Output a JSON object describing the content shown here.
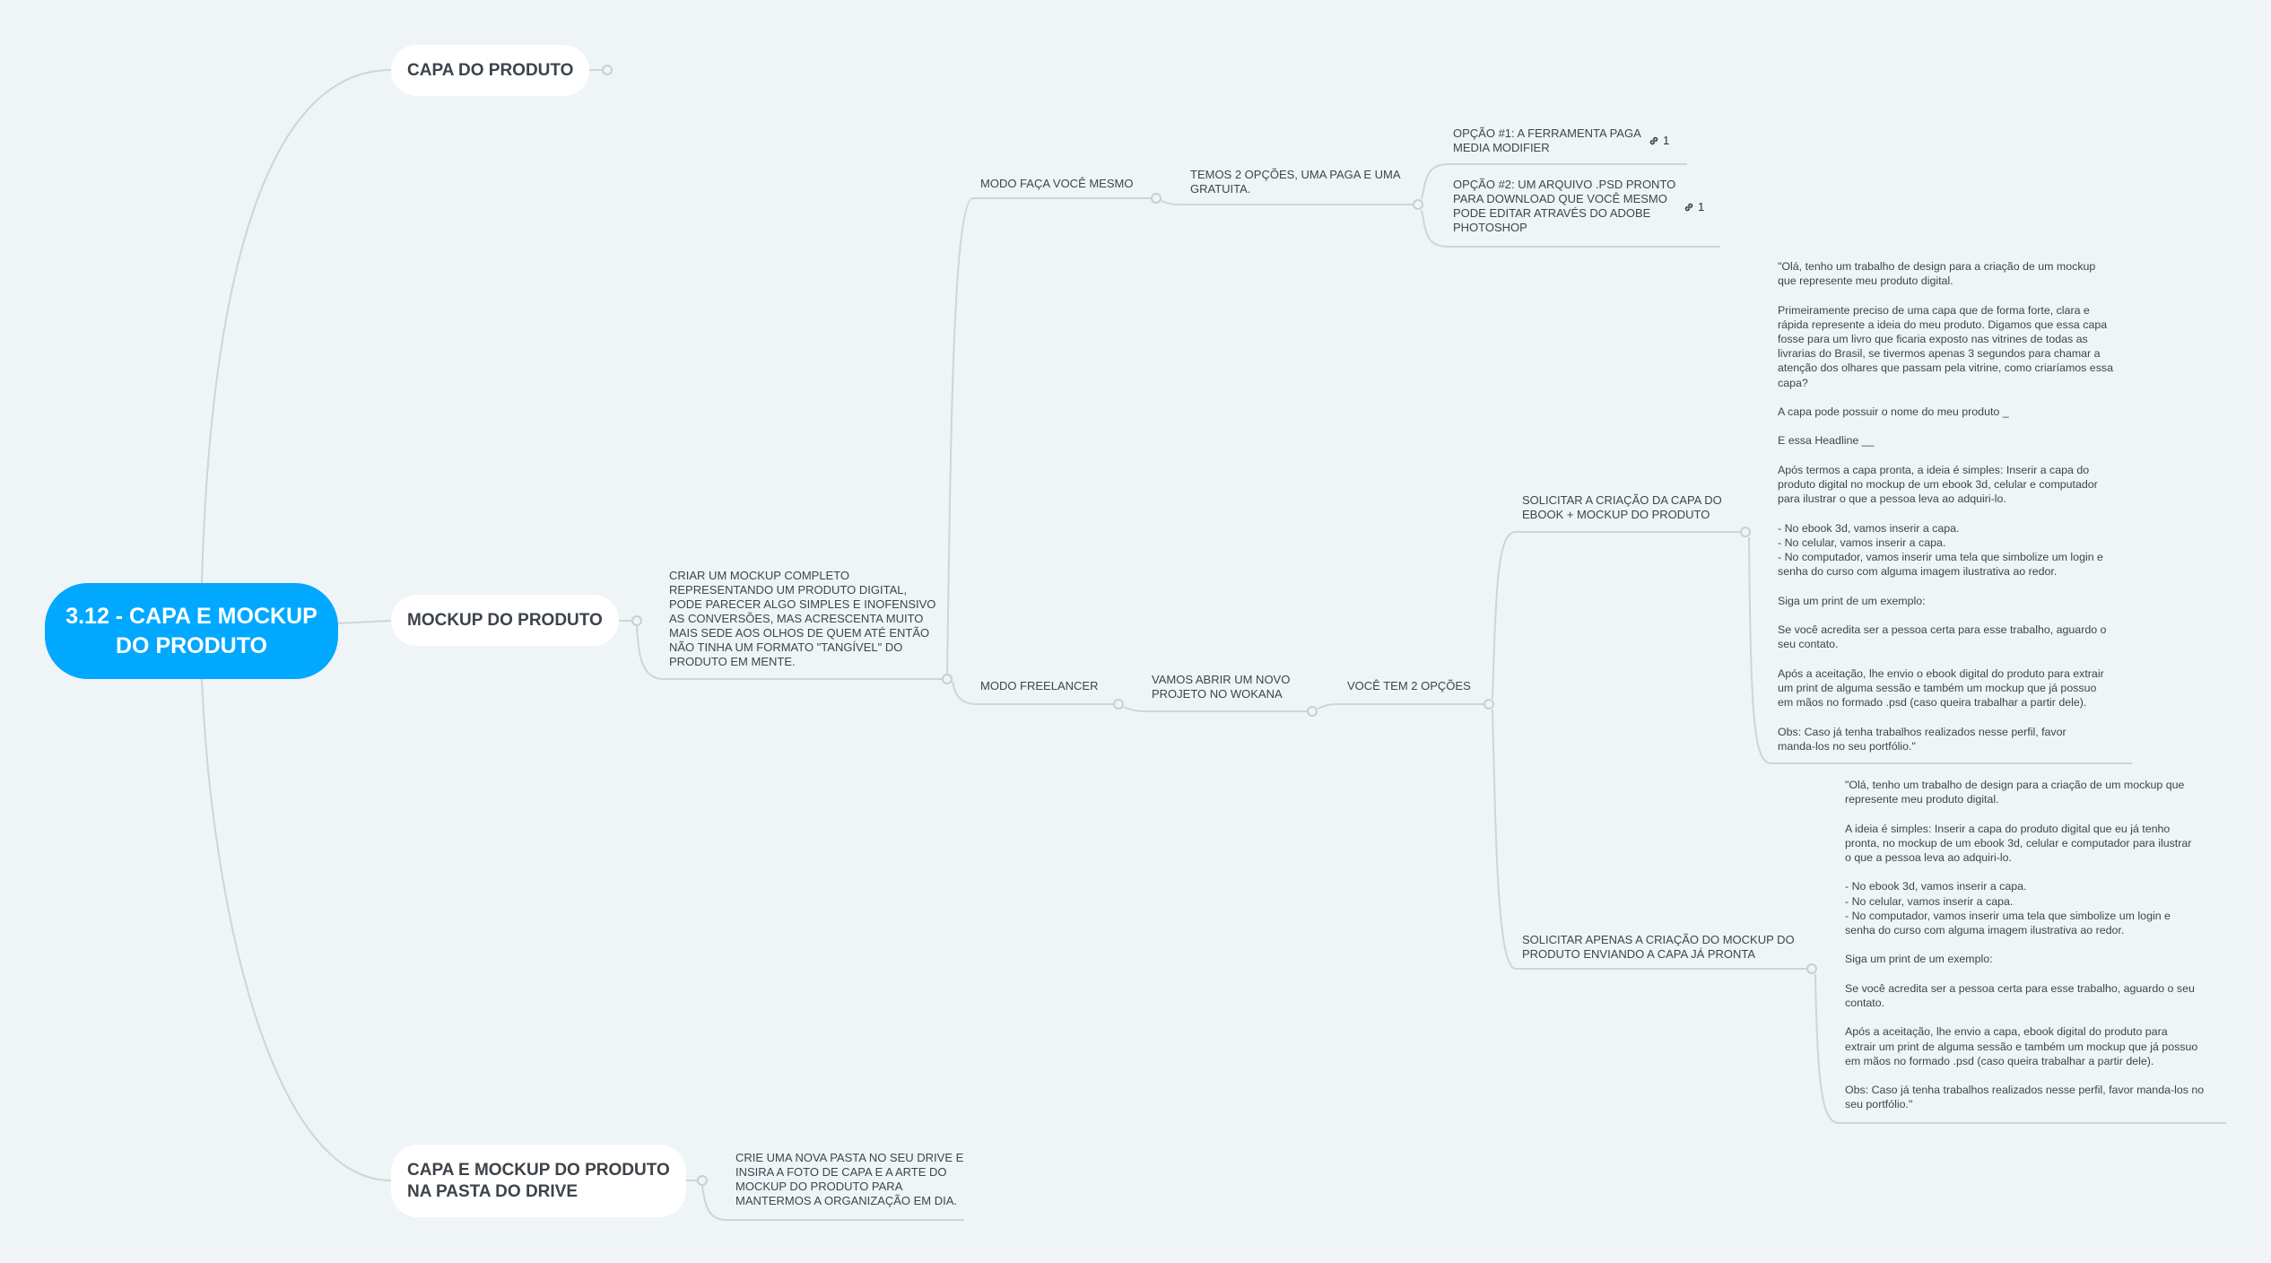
{
  "root": {
    "label": "3.12 - CAPA E MOCKUP DO PRODUTO",
    "color": "#00a8ff"
  },
  "branches": [
    {
      "label": "CAPA DO PRODUTO",
      "collapsed": true
    },
    {
      "label": "MOCKUP DO PRODUTO",
      "description": "CRIAR UM MOCKUP COMPLETO\nREPRESENTANDO UM PRODUTO DIGITAL,\nPODE PARECER ALGO SIMPLES E INOFENSIVO\nAS CONVERSÕES, MAS ACRESCENTA MUITO\nMAIS SEDE AOS OLHOS DE QUEM ATÉ ENTÃO\nNÃO TINHA UM FORMATO \"TANGÍVEL\" DO\nPRODUTO EM MENTE.",
      "modes": [
        {
          "label": "MODO FAÇA VOCÊ MESMO",
          "child": "TEMOS 2 OPÇÕES, UMA PAGA E UMA\nGRATUITA.",
          "options": [
            {
              "label": "OPÇÃO #1: A FERRAMENTA PAGA\nMEDIA MODIFIER",
              "links": "1"
            },
            {
              "label": "OPÇÃO #2: UM ARQUIVO .PSD PRONTO\nPARA DOWNLOAD QUE VOCÊ MESMO\nPODE EDITAR ATRAVÉS DO ADOBE\nPHOTOSHOP",
              "links": "1"
            }
          ]
        },
        {
          "label": "MODO FREELANCER",
          "child": "VAMOS ABRIR UM NOVO\nPROJETO NO WOKANA",
          "grandchild": "VOCÊ TEM 2 OPÇÕES",
          "options": [
            {
              "label": "SOLICITAR A CRIAÇÃO DA CAPA DO\nEBOOK + MOCKUP DO PRODUTO",
              "message": "\"Olá, tenho um trabalho de design para a criação de um mockup\nque represente meu produto digital.\n\nPrimeiramente preciso de uma capa que de forma forte, clara e\nrápida represente a ideia do meu produto. Digamos que essa capa\nfosse para um livro que ficaria exposto nas vitrines de todas as\nlivrarias do Brasil, se tivermos apenas 3 segundos para chamar a\natenção dos olhares que passam pela vitrine, como criaríamos essa\ncapa?\n\nA capa pode possuir o nome do meu produto _\n\nE essa Headline __\n\nApós termos a capa pronta, a ideia é simples: Inserir a capa do\nproduto digital no mockup de um ebook 3d, celular e computador\npara ilustrar o que a pessoa leva ao adquiri-lo.\n\n- No ebook 3d, vamos inserir a capa.\n- No celular, vamos inserir a capa.\n- No computador, vamos inserir uma tela que simbolize um login e\nsenha do curso com alguma imagem ilustrativa ao redor.\n\nSiga um print de um exemplo:\n\nSe você acredita ser a pessoa certa para esse trabalho, aguardo o\nseu contato.\n\nApós a aceitação, lhe envio o ebook digital do produto para extrair\num print de alguma sessão e também um mockup que já possuo\nem mãos no formado .psd (caso queira trabalhar a partir dele).\n\nObs: Caso já tenha trabalhos realizados nesse perfil, favor\nmanda-los no seu portfólio.\""
            },
            {
              "label": "SOLICITAR APENAS A CRIAÇÃO DO MOCKUP DO\nPRODUTO ENVIANDO A CAPA JÁ PRONTA",
              "message": "\"Olá, tenho um trabalho de design para a criação de um mockup que\nrepresente meu produto digital.\n\nA ideia é simples: Inserir a capa do produto digital que eu já tenho\npronta, no mockup de um ebook 3d, celular e computador para ilustrar\no que a pessoa leva ao adquiri-lo.\n\n- No ebook 3d, vamos inserir a capa.\n- No celular, vamos inserir a capa.\n- No computador, vamos inserir uma tela que simbolize um login e\nsenha do curso com alguma imagem ilustrativa ao redor.\n\nSiga um print de um exemplo:\n\nSe você acredita ser a pessoa certa para esse trabalho, aguardo o seu\ncontato.\n\nApós a aceitação, lhe envio a capa, ebook digital do produto para\nextrair um print de alguma sessão e também um mockup que já possuo\nem mãos no formado .psd (caso queira trabalhar a partir dele).\n\nObs: Caso já tenha trabalhos realizados nesse perfil, favor manda-los no\nseu portfólio.\""
            }
          ]
        }
      ]
    },
    {
      "label": "CAPA E MOCKUP DO PRODUTO\nNA PASTA DO DRIVE",
      "description": "CRIE UMA NOVA PASTA NO SEU DRIVE E\nINSIRA A FOTO DE CAPA E A ARTE DO\nMOCKUP DO PRODUTO PARA\nMANTERMOS A ORGANIZAÇÃO EM DIA."
    }
  ]
}
